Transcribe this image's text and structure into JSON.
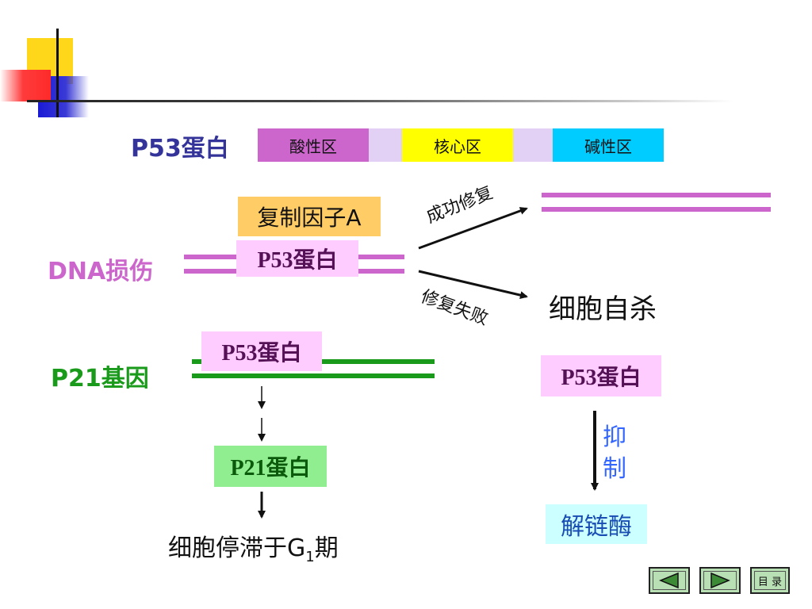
{
  "colors": {
    "acidic": "#cc66cc",
    "core": "#ffff00",
    "basic": "#00ccff",
    "spacer": "#e3d0f5",
    "p53_box": "#ffccff",
    "rpa_box": "#ffcc66",
    "p21_box": "#90ee90",
    "helicase_box": "#ccffff",
    "dna_pink": "#cc66cc",
    "dna_green": "#1a9a1a"
  },
  "header": {
    "protein_label": "P53蛋白",
    "domains": {
      "acidic": "酸性区",
      "core": "核心区",
      "basic": "碱性区"
    }
  },
  "dna_damage": {
    "label": "DNA损伤",
    "rpa": "复制因子A",
    "p53": "P53蛋白",
    "success": "成功修复",
    "failure": "修复失败",
    "apoptosis": "细胞自杀"
  },
  "p21_pathway": {
    "label": "P21基因",
    "p53": "P53蛋白",
    "p21_protein": "P21蛋白",
    "arrest_main": "细胞停滞于G",
    "arrest_sub": "1",
    "arrest_tail": "期"
  },
  "helicase_pathway": {
    "p53": "P53蛋白",
    "inhibit_1": "抑",
    "inhibit_2": "制",
    "helicase": "解链酶"
  },
  "nav": {
    "prev_icon": "triangle-left-icon",
    "next_icon": "triangle-right-icon",
    "toc_label": "目 录"
  }
}
